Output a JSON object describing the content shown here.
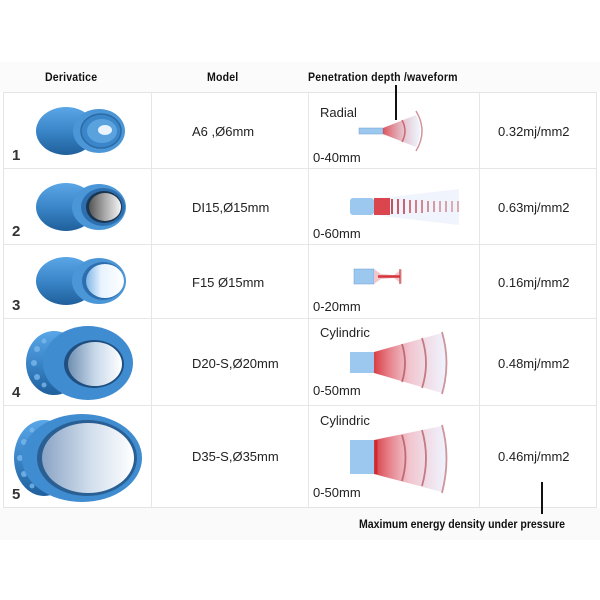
{
  "header": {
    "col_derivative": "Derivatice",
    "col_model": "Model",
    "col_waveform": "Penetration depth /waveform"
  },
  "rows": [
    {
      "number": "1",
      "model": "A6 ,Ø6mm",
      "wave_type": "Radial",
      "depth": "0-40mm",
      "energy": "0.32mj/mm2",
      "handpiece": "small-tip-applicator-icon",
      "waveform": "radial-wave-icon"
    },
    {
      "number": "2",
      "model": "DI15,Ø15mm",
      "wave_type": "",
      "depth": "0-60mm",
      "energy": "0.63mj/mm2",
      "handpiece": "metal-lens-applicator-icon",
      "waveform": "focused-long-wave-icon"
    },
    {
      "number": "3",
      "model": "F15 Ø15mm",
      "wave_type": "",
      "depth": "0-20mm",
      "energy": "0.16mj/mm2",
      "handpiece": "white-lens-applicator-icon",
      "waveform": "focused-short-wave-icon"
    },
    {
      "number": "4",
      "model": "D20-S,Ø20mm",
      "wave_type": "Cylindric",
      "depth": "0-50mm",
      "energy": "0.48mj/mm2",
      "handpiece": "medium-ribbed-applicator-icon",
      "waveform": "cylindric-wave-icon"
    },
    {
      "number": "5",
      "model": "D35-S,Ø35mm",
      "wave_type": "Cylindric",
      "depth": "0-50mm",
      "energy": "0.46mj/mm2",
      "handpiece": "large-ribbed-applicator-icon",
      "waveform": "cylindric-wave-icon"
    }
  ],
  "footer": {
    "energy_note": "Maximum energy density under pressure"
  },
  "colors": {
    "applicator_blue": "#3a86c8",
    "wave_red": "#d8333b",
    "emitter_blue": "#9cc8f0",
    "grid": "#e6e6e6"
  }
}
